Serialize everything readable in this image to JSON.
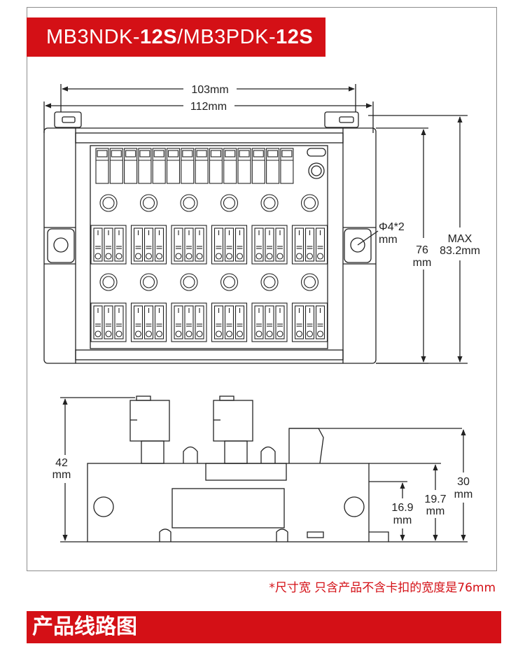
{
  "title": {
    "part1": "MB3NDK-",
    "part2": "12S",
    "part3": "/MB3PDK-",
    "part4": "12S"
  },
  "dimensions": {
    "width_inner": "103mm",
    "width_outer": "112mm",
    "hole": "Φ4*2",
    "hole_unit": "mm",
    "height_body": "76",
    "height_body_unit": "mm",
    "height_max_label": "MAX",
    "height_max": "83.2mm",
    "side_height": "42",
    "side_height_unit": "mm",
    "rail_height": "30",
    "rail_height_unit": "mm",
    "dim_19_7": "19.7",
    "dim_19_7_unit": "mm",
    "dim_16_9": "16.9",
    "dim_16_9_unit": "mm"
  },
  "note": "*尺寸宽 只含产品不含卡扣的宽度是76mm",
  "section_title": "产品线路图",
  "colors": {
    "accent": "#d41016",
    "line": "#222222",
    "frame": "#8d8d8d"
  }
}
